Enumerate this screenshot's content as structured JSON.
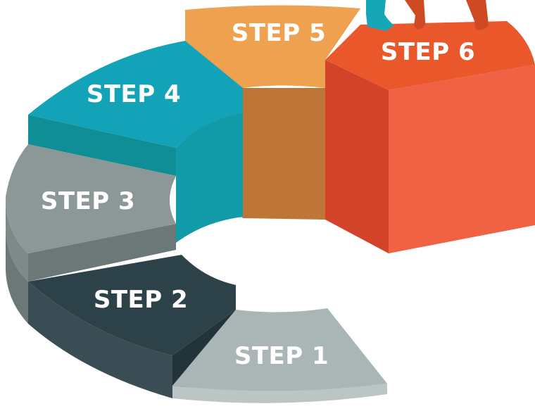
{
  "diagram": {
    "steps": [
      {
        "label": "STEP 1",
        "color": "#a9b6b5"
      },
      {
        "label": "STEP 2",
        "color": "#2c4148"
      },
      {
        "label": "STEP 3",
        "color": "#8b9897"
      },
      {
        "label": "STEP 4",
        "color": "#12a3b9"
      },
      {
        "label": "STEP 5",
        "color": "#eea14f"
      },
      {
        "label": "STEP 6",
        "color": "#e9572a"
      }
    ],
    "figure": {
      "description_icon": "climbing-person-icon",
      "shirt_color": "#16a7b6",
      "body_color": "#cf4a22"
    }
  }
}
